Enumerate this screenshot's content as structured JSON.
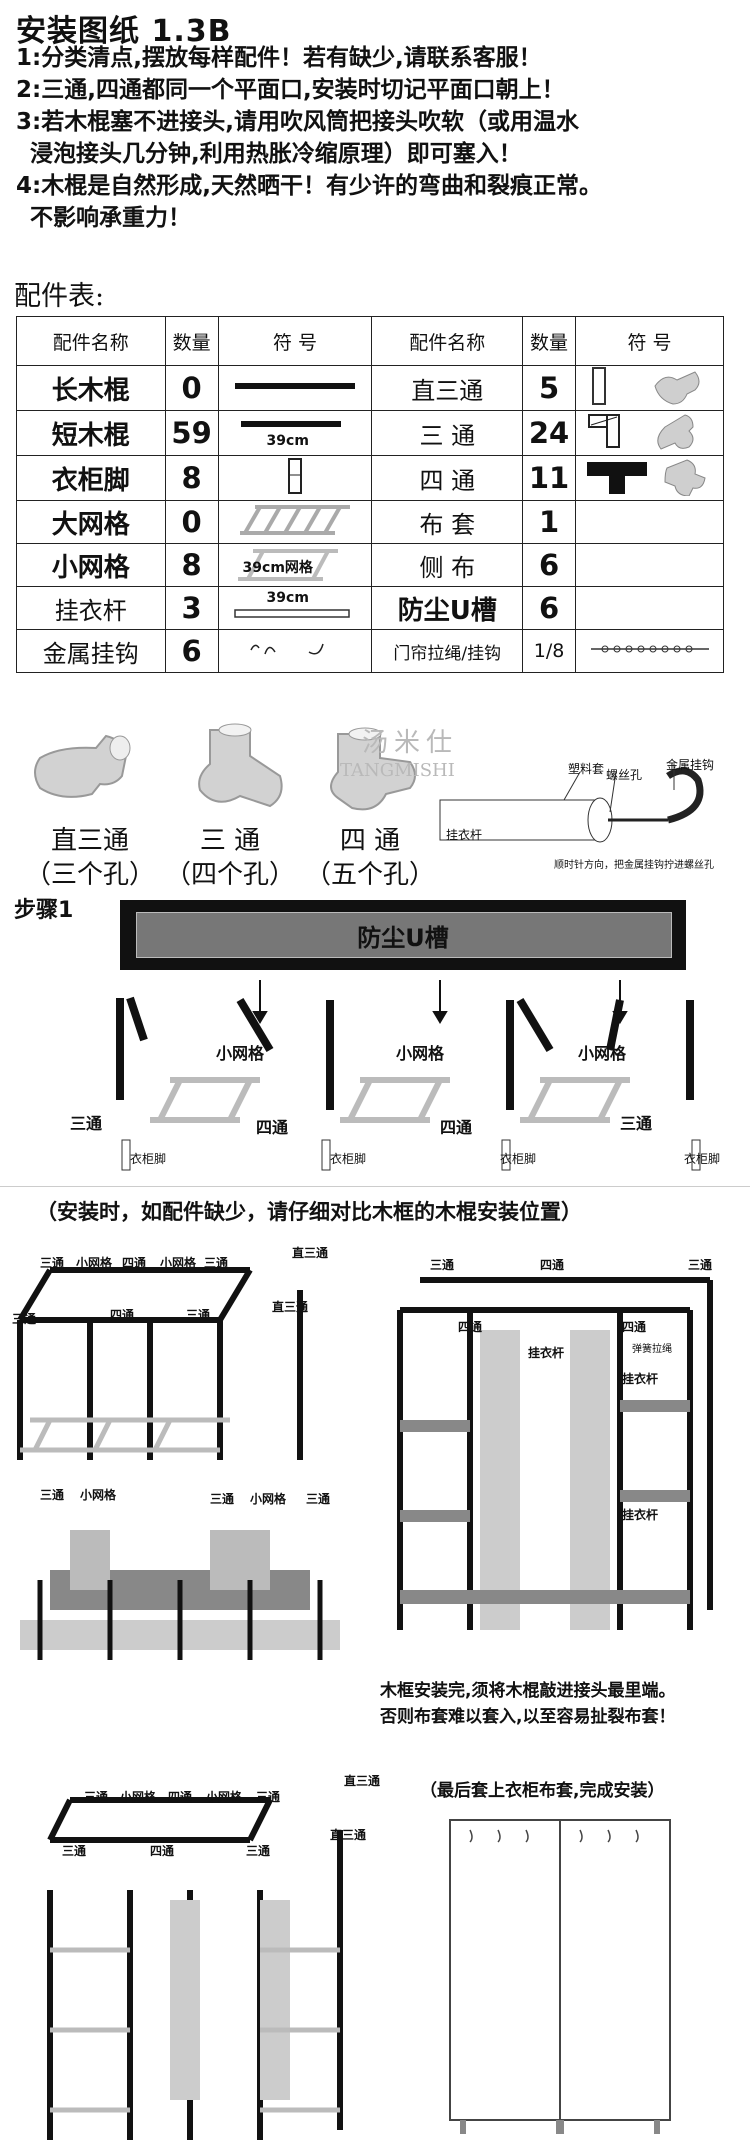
{
  "title": "安装图纸  1.3B",
  "notes": [
    "1:分类清点,摆放每样配件！若有缺少,请联系客服！",
    "2:三通,四通都同一个平面口,安装时切记平面口朝上！",
    "3:若木棍塞不进接头,请用吹风筒把接头吹软（或用温水",
    "浸泡接头几分钟,利用热胀冷缩原理）即可塞入！",
    "4:木棍是自然形成,天然晒干！有少许的弯曲和裂痕正常。",
    "不影响承重力！"
  ],
  "parts_title": "配件表:",
  "table": {
    "headers": [
      "配件名称",
      "数量",
      "符  号",
      "配件名称",
      "数量",
      "符  号"
    ],
    "left_rows": [
      {
        "name": "长木棍",
        "qty": "0",
        "dim": ""
      },
      {
        "name": "短木棍",
        "qty": "59",
        "dim": "39cm"
      },
      {
        "name": "衣柜脚",
        "qty": "8",
        "dim": ""
      },
      {
        "name": "大网格",
        "qty": "0",
        "dim": ""
      },
      {
        "name": "小网格",
        "qty": "8",
        "dim": "39cm网格"
      },
      {
        "name": "挂衣杆",
        "qty": "3",
        "dim": "39cm"
      },
      {
        "name": "金属挂钩",
        "qty": "6",
        "dim": ""
      }
    ],
    "right_rows": [
      {
        "name": "直三通",
        "qty": "5"
      },
      {
        "name": "三    通",
        "qty": "24"
      },
      {
        "name": "四    通",
        "qty": "11"
      },
      {
        "name": "布    套",
        "qty": "1"
      },
      {
        "name": "侧    布",
        "qty": "6"
      },
      {
        "name": "防尘U槽",
        "qty": "6"
      },
      {
        "name": "门帘拉绳/挂钩",
        "qty": "1/8"
      }
    ]
  },
  "watermark": {
    "cn": "汤米仕",
    "en": "TANGMISHI"
  },
  "connectors": [
    {
      "name": "直三通",
      "holes": "（三个孔）"
    },
    {
      "name": "三  通",
      "holes": "（四个孔）"
    },
    {
      "name": "四  通",
      "holes": "（五个孔）"
    }
  ],
  "rod_diagram": {
    "sleeve": "塑料套",
    "screw": "螺丝孔",
    "hook": "金属挂钩",
    "rod": "挂衣杆",
    "caption": "顺时针方向，把金属挂钩拧进螺丝孔"
  },
  "step1": {
    "label": "步骤1",
    "bar": "防尘U槽",
    "grid": "小网格",
    "tee": "三通",
    "cross": "四通",
    "foot": "衣柜脚"
  },
  "assembly_note": "（安装时，如配件缺少，请仔细对比木框的木棍安装位置）",
  "labels": {
    "tee": "三通",
    "cross": "四通",
    "grid": "小网格",
    "straight": "直三通",
    "rod": "挂衣杆",
    "spring": "弹簧拉绳"
  },
  "final_notes": [
    "木框安装完,须将木棍敲进接头最里端。",
    "否则布套难以套入,以至容易扯裂布套！"
  ],
  "finish": "（最后套上衣柜布套,完成安装）"
}
